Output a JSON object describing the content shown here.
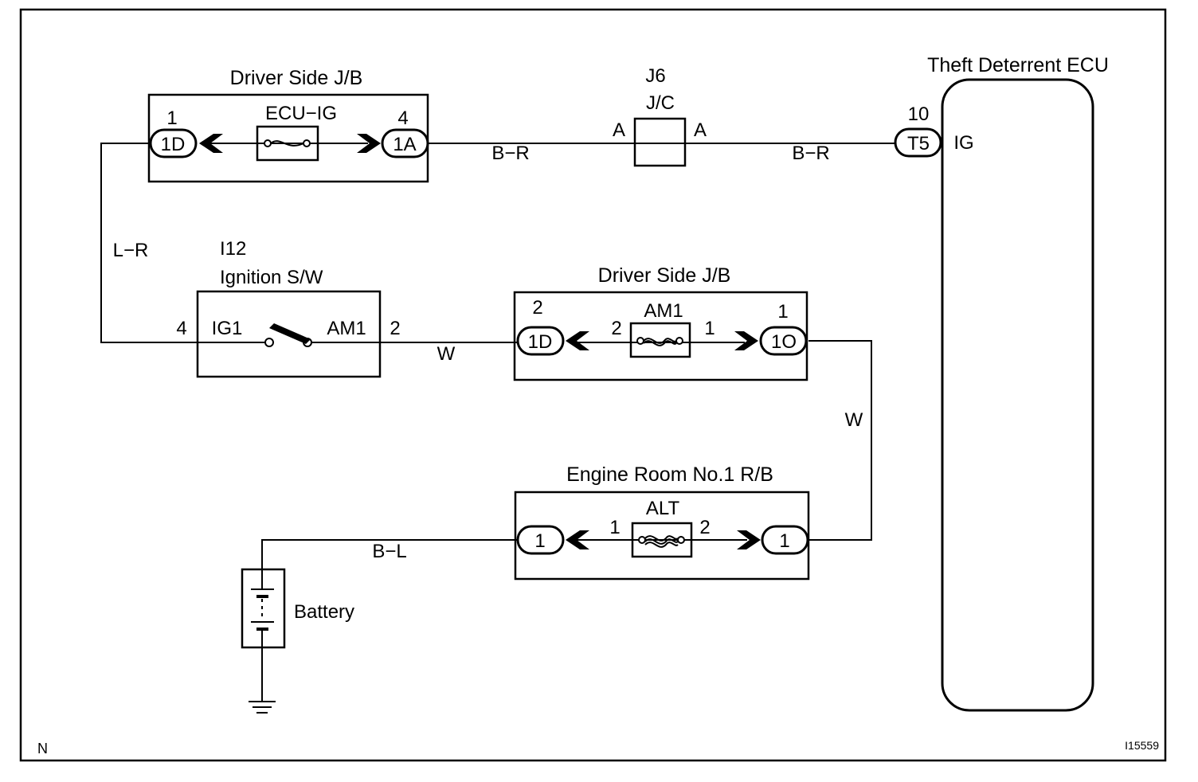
{
  "diagram_id": "I15559",
  "corner_mark": "N",
  "jb_top": {
    "title": "Driver Side J/B",
    "fuse": "ECU−IG",
    "left_pin": "1",
    "left_connector": "1D",
    "right_pin": "4",
    "right_connector": "1A"
  },
  "jc": {
    "code": "J6",
    "name": "J/C",
    "left_terminal": "A",
    "right_terminal": "A"
  },
  "ecu": {
    "title": "Theft Deterrent ECU",
    "pin": "10",
    "connector": "T5",
    "terminal": "IG"
  },
  "ignition": {
    "code": "I12",
    "name": "Ignition S/W",
    "left_pin": "4",
    "left_terminal": "IG1",
    "right_terminal": "AM1",
    "right_pin": "2"
  },
  "jb_mid": {
    "title": "Driver Side J/B",
    "fuse": "AM1",
    "left_pin": "2",
    "left_connector": "1D",
    "fuse_left_pin": "2",
    "fuse_right_pin": "1",
    "right_pin": "1",
    "right_connector": "1O"
  },
  "rb": {
    "title": "Engine Room No.1 R/B",
    "fuse": "ALT",
    "left_connector": "1",
    "fuse_left_pin": "1",
    "fuse_right_pin": "2",
    "right_connector": "1"
  },
  "battery": {
    "label": "Battery"
  },
  "wires": {
    "jb_to_jc": "B−R",
    "jc_to_ecu": "B−R",
    "jb_to_ignition": "L−R",
    "ignition_to_jb": "W",
    "jb_to_rb": "W",
    "rb_to_battery": "B−L"
  }
}
